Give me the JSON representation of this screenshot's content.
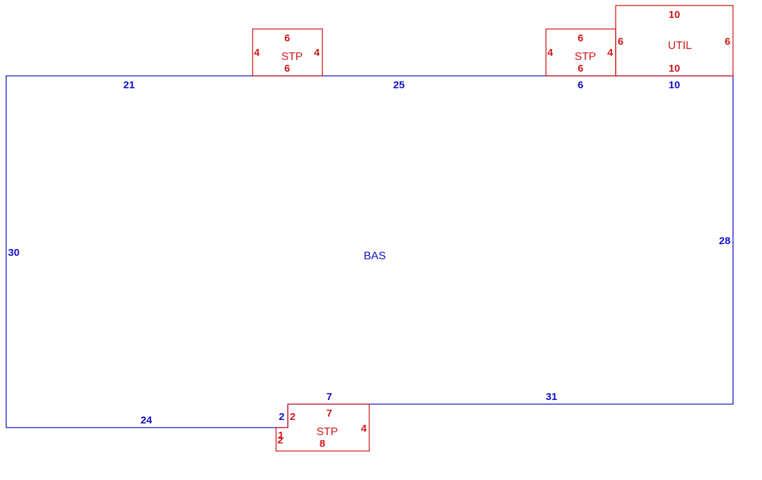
{
  "colors": {
    "base": "#1010c8",
    "addition": "#d01818",
    "background": "#ffffff"
  },
  "base_area": {
    "label": "BAS",
    "dims": {
      "top_left": "21",
      "top_mid": "25",
      "top_right_a": "6",
      "top_right_b": "10",
      "right": "28",
      "bottom_right": "31",
      "step_top": "7",
      "step_side": "2",
      "bottom_left": "24",
      "left": "30"
    }
  },
  "stoop_left": {
    "label": "STP",
    "top": "6",
    "bottom": "6",
    "left": "4",
    "right": "4"
  },
  "stoop_right": {
    "label": "STP",
    "top": "6",
    "bottom": "6",
    "left": "4",
    "right": "4"
  },
  "utility": {
    "label": "UTIL",
    "top": "10",
    "bottom": "10",
    "left": "6",
    "right": "6"
  },
  "stoop_bottom": {
    "label": "STP",
    "top": "7",
    "bottom": "8",
    "left_upper": "2",
    "left_mid": "1",
    "left_lower": "2",
    "right": "4"
  }
}
